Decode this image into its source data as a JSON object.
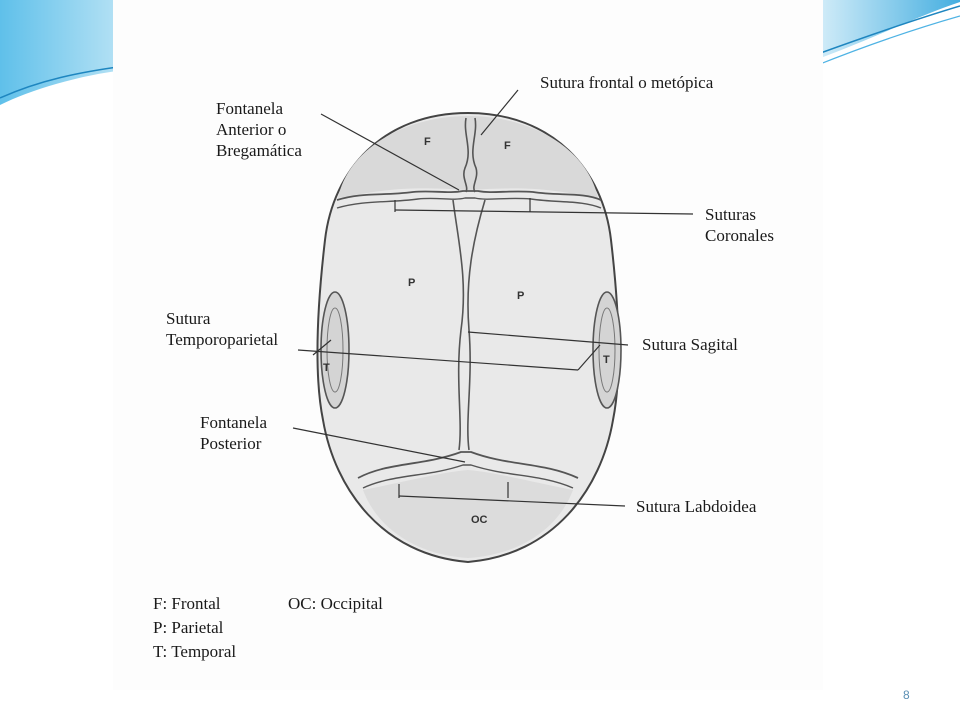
{
  "labels": {
    "metopica": "Sutura frontal o metópica",
    "fontanela_anterior": [
      "Fontanela",
      "Anterior o",
      "Bregamática"
    ],
    "suturas_coronales": [
      "Suturas",
      "Coronales"
    ],
    "sutura_temporoparietal": [
      "Sutura",
      "Temporoparietal"
    ],
    "sutura_sagital": "Sutura Sagital",
    "fontanela_posterior": [
      "Fontanela",
      "Posterior"
    ],
    "sutura_labdoidea": "Sutura Labdoidea"
  },
  "bones": {
    "frontal_left": "F",
    "frontal_right": "F",
    "parietal_left": "P",
    "parietal_right": "P",
    "temporal_left": "T",
    "temporal_right": "T",
    "occipital": "OC"
  },
  "legend": {
    "frontal": "F: Frontal",
    "parietal": "P: Parietal",
    "temporal": "T: Temporal",
    "occipital": "OC: Occipital"
  },
  "page_number": "8",
  "colors": {
    "accent": "#2a9bd0",
    "accent_light": "#9fd3ee",
    "page_number": "#5a8fb4"
  }
}
